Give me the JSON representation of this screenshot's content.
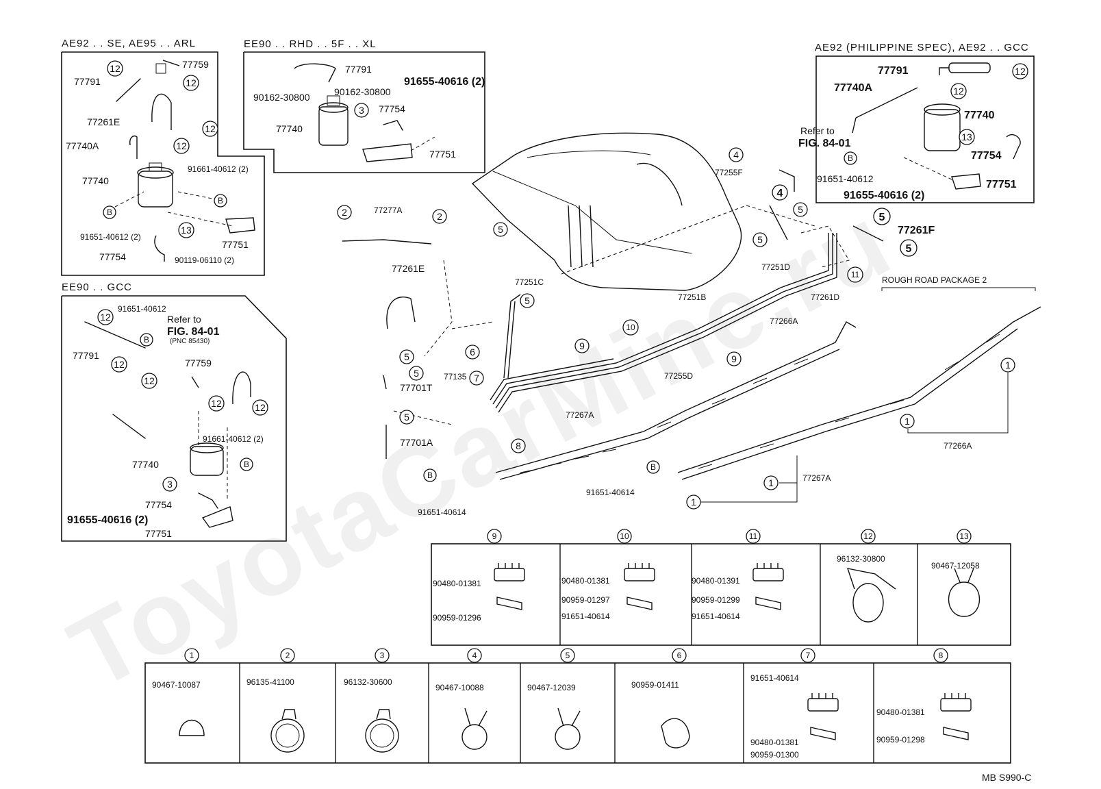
{
  "watermark": "ToyotaCarMine.ru",
  "footer_code": "MB S990-C",
  "sections": {
    "ae92_se": "AE92 . . SE, AE95 . . ARL",
    "ee90_rhd": "EE90 . . RHD . . 5F . . XL",
    "ae92_phil": "AE92 (PHILIPPINE SPEC), AE92 . . GCC",
    "ee90_gcc": "EE90 . . GCC",
    "rough_road": "ROUGH ROAD PACKAGE 2"
  },
  "refer_to_1": "Refer to",
  "fig_ref_1": "FIG. 84-01",
  "pnc_ref": "(PNC 85430)",
  "refer_to_2": "Refer to",
  "fig_ref_2": "FIG. 84-01",
  "parts": {
    "p77759a": "77759",
    "p77791a": "77791",
    "p77261Ea": "77261E",
    "p77740Aa": "77740A",
    "p77740a": "77740",
    "p91661a": "91661-40612 (2)",
    "p91651a": "91651-40612 (2)",
    "p77751a": "77751",
    "p77754a": "77754",
    "p90119": "90119-06110 (2)",
    "p77791b": "77791",
    "p90162a": "90162-30800",
    "p90162b": "90162-30800",
    "p91655b": "91655-40616 (2)",
    "p77754b": "77754",
    "p77740b": "77740",
    "p77751b": "77751",
    "p77791c": "77791",
    "p77740Ac": "77740A",
    "p77740c": "77740",
    "p77754c": "77754",
    "p91651c": "91651-40612",
    "p91655c": "91655-40616 (2)",
    "p77751c": "77751",
    "p91651d": "91651-40612",
    "p77791d": "77791",
    "p77759d": "77759",
    "p91661d": "91661-40612 (2)",
    "p77740d": "77740",
    "p77754d": "77754",
    "p91655d": "91655-40616 (2)",
    "p77751d": "77751",
    "p77277A": "77277A",
    "p77261Em": "77261E",
    "p77251C": "77251C",
    "p77701T": "77701T",
    "p77135": "77135",
    "p77701A": "77701A",
    "p91651m1": "91651-40614",
    "p77255F": "77255F",
    "p77251D": "77251D",
    "p77261F": "77261F",
    "p77251B": "77251B",
    "p77261D": "77261D",
    "p77255D": "77255D",
    "p77266A1": "77266A",
    "p77267A1": "77267A",
    "p91651m2": "91651-40614",
    "p77267A2": "77267A",
    "p77266A2": "77266A"
  },
  "clips_top": [
    {
      "num": "9",
      "labels": [
        "90480-01381",
        "90959-01296"
      ]
    },
    {
      "num": "10",
      "labels": [
        "90480-01381",
        "90959-01297",
        "91651-40614"
      ]
    },
    {
      "num": "11",
      "labels": [
        "90480-01391",
        "90959-01299",
        "91651-40614"
      ]
    },
    {
      "num": "12",
      "labels": [
        "96132-30800"
      ]
    },
    {
      "num": "13",
      "labels": [
        "90467-12058"
      ]
    }
  ],
  "clips_bottom": [
    {
      "num": "1",
      "labels": [
        "90467-10087"
      ]
    },
    {
      "num": "2",
      "labels": [
        "96135-41100"
      ]
    },
    {
      "num": "3",
      "labels": [
        "96132-30600"
      ]
    },
    {
      "num": "4",
      "labels": [
        "90467-10088"
      ]
    },
    {
      "num": "5",
      "labels": [
        "90467-12039"
      ]
    },
    {
      "num": "6",
      "labels": [
        "90959-01411"
      ]
    },
    {
      "num": "7",
      "labels": [
        "91651-40614",
        "90480-01381",
        "90959-01300"
      ]
    },
    {
      "num": "8",
      "labels": [
        "90480-01381",
        "90959-01298"
      ]
    }
  ],
  "callouts": {
    "c12": "12",
    "c13": "13",
    "c3": "3",
    "c4": "4",
    "c5": "5",
    "c2": "2",
    "c6": "6",
    "c7": "7",
    "c8": "8",
    "c9": "9",
    "c10": "10",
    "c11": "11",
    "c1": "1",
    "cB": "B",
    "cb": "b"
  }
}
